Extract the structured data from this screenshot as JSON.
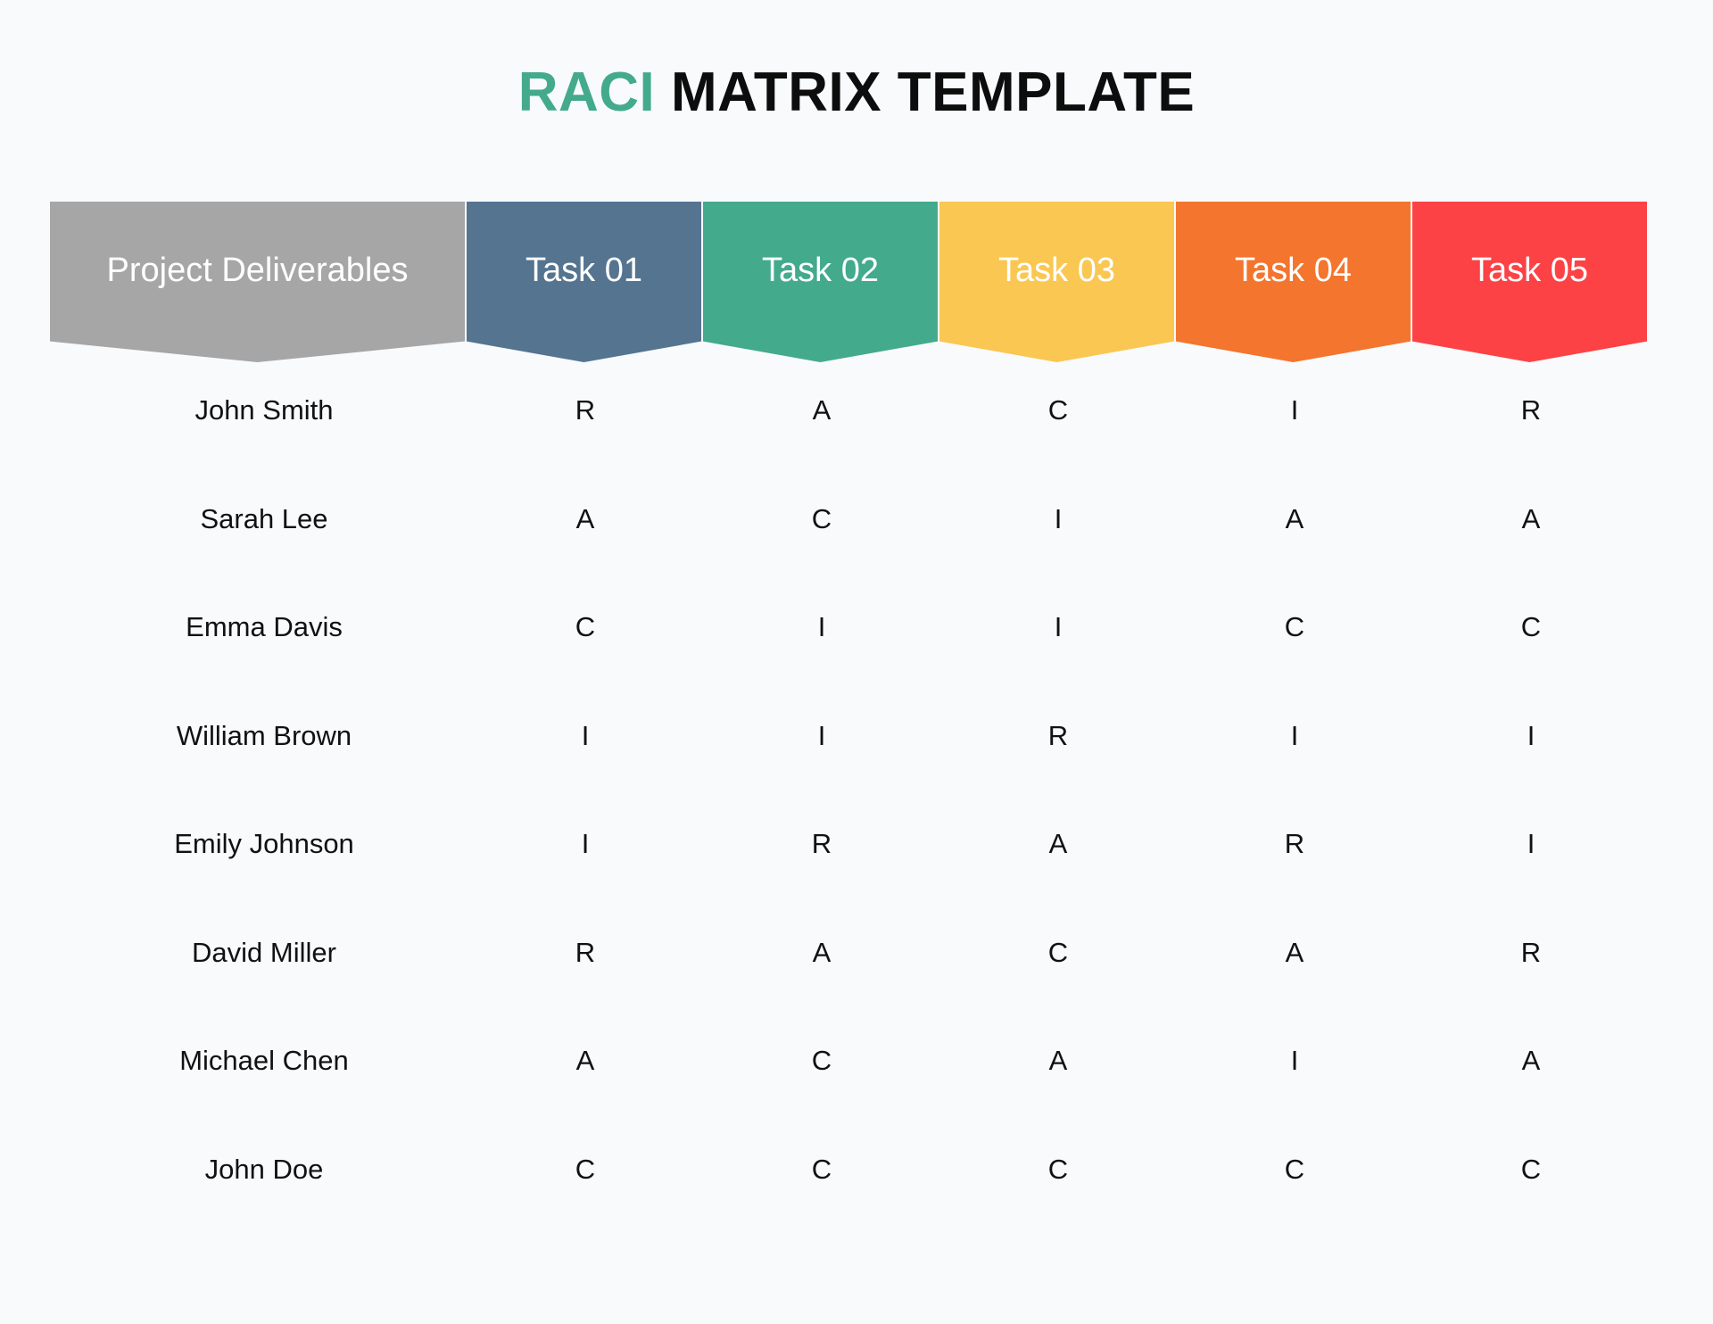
{
  "title": {
    "accent": "RACI",
    "rest": "MATRIX TEMPLATE"
  },
  "header": [
    {
      "label": "Project Deliverables",
      "color": "#a6a6a6"
    },
    {
      "label": "Task 01",
      "color": "#557490"
    },
    {
      "label": "Task 02",
      "color": "#44aa8c"
    },
    {
      "label": "Task 03",
      "color": "#f9c752"
    },
    {
      "label": "Task 04",
      "color": "#f3752e"
    },
    {
      "label": "Task 05",
      "color": "#fc4245"
    }
  ],
  "rows": [
    {
      "name": "John Smith",
      "values": [
        "R",
        "A",
        "C",
        "I",
        "R"
      ]
    },
    {
      "name": "Sarah Lee",
      "values": [
        "A",
        "C",
        "I",
        "A",
        "A"
      ]
    },
    {
      "name": "Emma Davis",
      "values": [
        "C",
        "I",
        "I",
        "C",
        "C"
      ]
    },
    {
      "name": "William Brown",
      "values": [
        "I",
        "I",
        "R",
        "I",
        "I"
      ]
    },
    {
      "name": "Emily Johnson",
      "values": [
        "I",
        "R",
        "A",
        "R",
        "I"
      ]
    },
    {
      "name": "David Miller",
      "values": [
        "R",
        "A",
        "C",
        "A",
        "R"
      ]
    },
    {
      "name": "Michael Chen",
      "values": [
        "A",
        "C",
        "A",
        "I",
        "A"
      ]
    },
    {
      "name": "John Doe",
      "values": [
        "C",
        "C",
        "C",
        "C",
        "C"
      ]
    }
  ]
}
